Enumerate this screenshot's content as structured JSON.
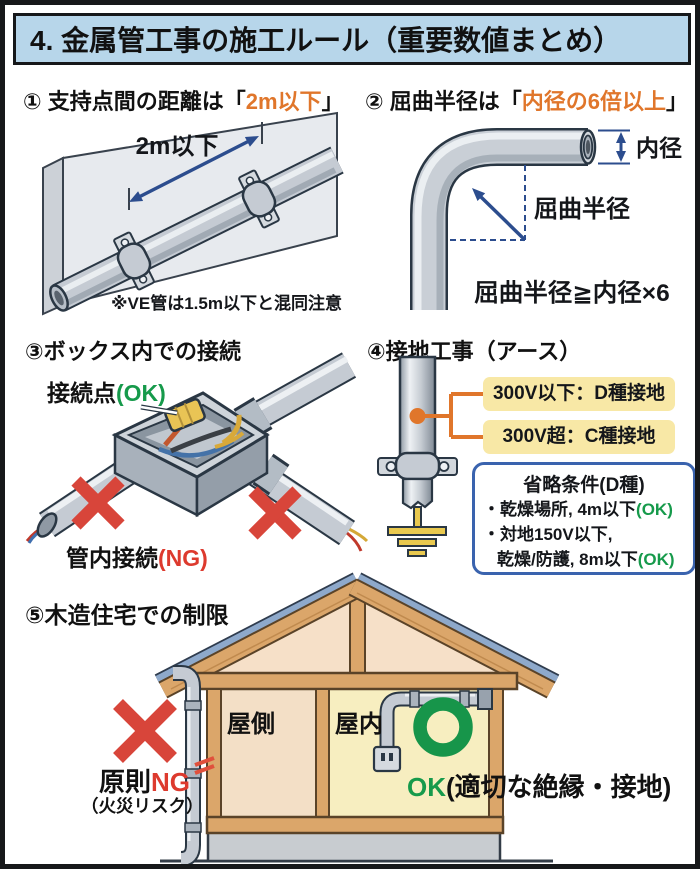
{
  "title": "4. 金属管工事の施工ルール（重要数値まとめ）",
  "colors": {
    "title_bar_bg": "#b7d6ea",
    "accent_orange": "#e0762b",
    "ok_green": "#169a4b",
    "ng_red": "#dd3a2e",
    "diagram_blue": "#2c4d8e",
    "callout_yellow": "#f8e8a6",
    "exemption_border_blue": "#3a63ae"
  },
  "panels": {
    "p1": {
      "heading_prefix": "① 支持点間の距離は「",
      "heading_highlight": "2m以下",
      "heading_suffix": "」",
      "dimension_label": "2m以下",
      "note": "※VE管は1.5m以下と混同注意"
    },
    "p2": {
      "heading_prefix": "② 屈曲半径は「",
      "heading_highlight": "内径の6倍以上",
      "heading_suffix": "」",
      "inner_diameter_label": "内径",
      "bend_radius_label": "屈曲半径",
      "formula": "屈曲半径≧内径×6"
    },
    "p3": {
      "heading": "③ボックス内での接続",
      "connection_point_label": "接続点",
      "connection_point_mark": "(OK)",
      "in_pipe_label": "管内接続",
      "in_pipe_mark": "(NG)"
    },
    "p4": {
      "heading": "④接地工事（アース）",
      "callout_under_300v": "300V以下：D種接地",
      "callout_over_300v": "300V超：C種接地",
      "exemption_title": "省略条件(D種)",
      "exemption_b1": "・乾燥場所, 4m以下",
      "exemption_b1_mark": "(OK)",
      "exemption_b2a": "・対地150V以下,",
      "exemption_b2b": "乾燥/防護, 8m以下",
      "exemption_b2_mark": "(OK)"
    },
    "p5": {
      "heading": "⑤木造住宅での制限",
      "ng_label": "原則",
      "ng_mark": "NG",
      "ng_sub": "（火災リスク）",
      "room_outer": "屋側",
      "room_inner": "屋内",
      "ok_mark": "OK",
      "ok_text": "(適切な絶縁・接地)"
    }
  }
}
